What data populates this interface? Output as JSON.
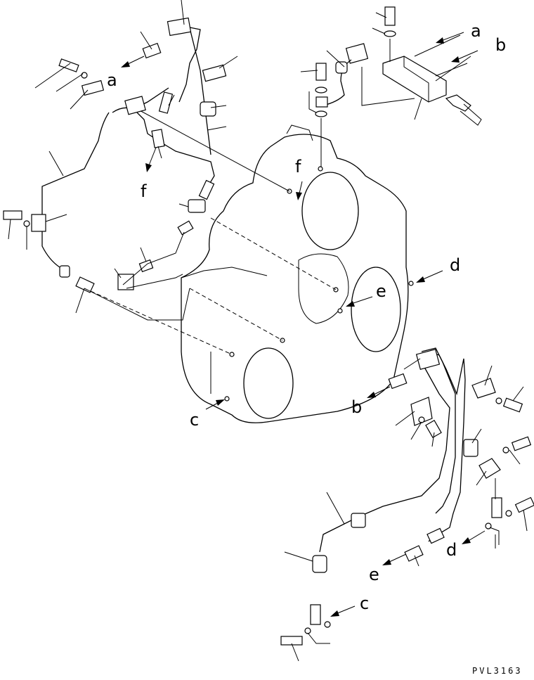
{
  "diagram": {
    "callout_labels": {
      "a_top_left": "a",
      "a_top_right": "a",
      "b_top_right": "b",
      "f_left": "f",
      "f_center": "f",
      "d_right": "d",
      "e_center": "e",
      "c_lower_left": "c",
      "b_lower": "b",
      "d_lower": "d",
      "e_lower": "e",
      "c_bottom": "c"
    },
    "drawing_code": "PVL3163"
  }
}
